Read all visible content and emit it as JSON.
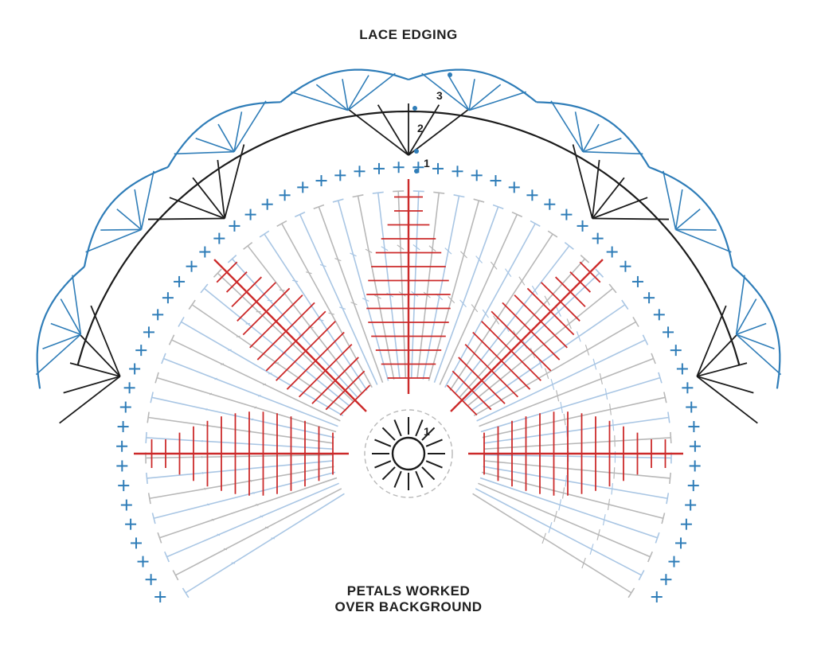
{
  "diagram": {
    "title": "LACE EDGING",
    "caption_line1": "PETALS WORKED",
    "caption_line2": "OVER BACKGROUND",
    "row_labels": [
      "1",
      "2",
      "3",
      "1"
    ]
  },
  "colors": {
    "lace_row3": "#2f7db8",
    "lace_row2": "#1c1c1c",
    "sc_row": "#2f7db8",
    "background_grey": "#b8b8b8",
    "background_lightblue": "#a9c6e4",
    "petals": "#cc2a2a",
    "center": "#1c1c1c"
  },
  "symbols": [
    "chain-symbol",
    "single-crochet-symbol",
    "double-crochet-symbol",
    "treble-crochet-symbol",
    "slip-stitch-dot"
  ]
}
